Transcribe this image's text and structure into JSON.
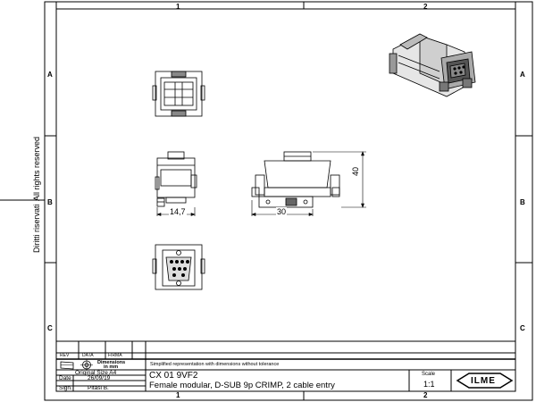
{
  "frame": {
    "top_zones": [
      "1",
      "2"
    ],
    "bottom_zones": [
      "1",
      "2"
    ],
    "left_zones": [
      "A",
      "B",
      "C"
    ],
    "right_zones": [
      "A",
      "B",
      "C"
    ],
    "side_text_1": "All rights reserved",
    "side_text_2": "Diritti riservati"
  },
  "revision_table": {
    "headers": [
      "REV",
      "DATA",
      "FIRMA"
    ]
  },
  "dimensions_label": {
    "line1": "Dimensions",
    "line2": "in mm"
  },
  "note": "Simplified representation with dimensions without tolerance",
  "info": {
    "original_size": "Original Size A4",
    "date_label": "Date",
    "date_value": "26/09/19",
    "sign_label": "Sign.",
    "sign_value": "Pitasi B."
  },
  "title": {
    "code": "CX 01 9VF2",
    "description": "Female modular, D-SUB 9p CRIMP, 2 cable entry"
  },
  "scale": {
    "label": "Scale",
    "value": "1:1"
  },
  "drawing": {
    "dim_width_side": "14,7",
    "dim_width_front": "30",
    "dim_height": "40"
  },
  "logo": "ILME"
}
